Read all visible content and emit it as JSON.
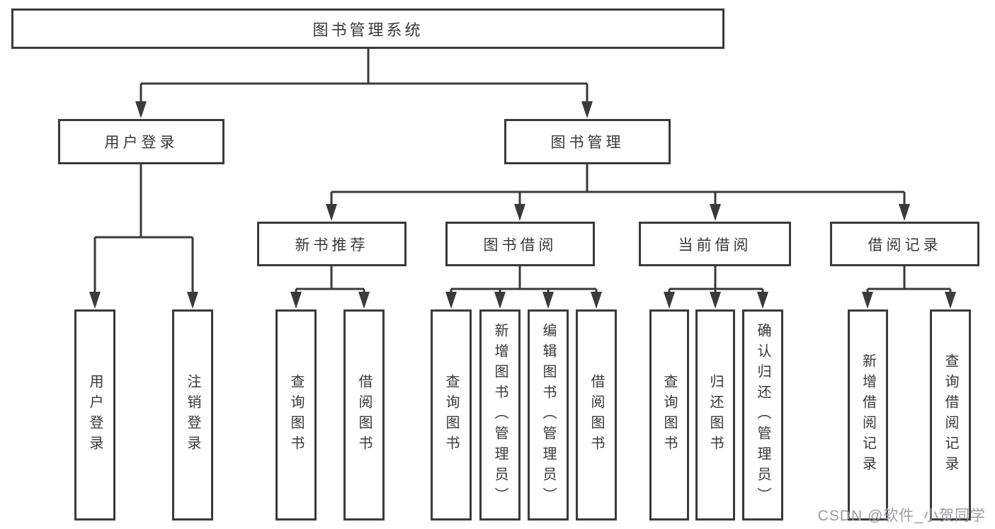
{
  "diagram": {
    "root": "图书管理系统",
    "branches": [
      {
        "label": "用户登录",
        "children": [
          "用户登录",
          "注销登录"
        ]
      },
      {
        "label": "图书管理",
        "groups": [
          {
            "label": "新书推荐",
            "children": [
              "查询图书",
              "借阅图书"
            ]
          },
          {
            "label": "图书借阅",
            "children": [
              "查询图书",
              "新增图书（管理员）",
              "编辑图书（管理员）",
              "借阅图书"
            ]
          },
          {
            "label": "当前借阅",
            "children": [
              "查询图书",
              "归还图书",
              "确认归还（管理员）"
            ]
          },
          {
            "label": "借阅记录",
            "children": [
              "新增借阅记录",
              "查询借阅记录"
            ]
          }
        ]
      }
    ]
  },
  "watermark": "CSDN @软件_小贺同学",
  "colors": {
    "line": "#3a3a3a",
    "text": "#383838",
    "watermark": "#9b9ba1",
    "background": "#ffffff"
  }
}
